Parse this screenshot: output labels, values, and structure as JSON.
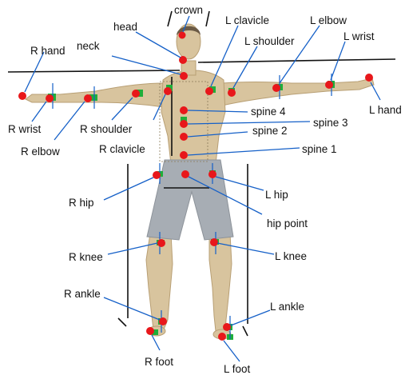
{
  "colors": {
    "joint": "#e8171b",
    "marker": "#1fae3a",
    "leader": "#1560c8",
    "skin": "#d8c49e",
    "skin_shade": "#b89f74",
    "shorts": "#a7adb4",
    "hair": "#6b5a45",
    "dimension_line": "#111111"
  },
  "labels": {
    "crown": "crown",
    "head": "head",
    "neck": "neck",
    "r_hand": "R hand",
    "r_wrist": "R wrist",
    "r_elbow": "R elbow",
    "r_shoulder": "R shoulder",
    "r_clavicle": "R clavicle",
    "l_clavicle": "L clavicle",
    "l_shoulder": "L shoulder",
    "l_elbow": "L elbow",
    "l_wrist": "L wrist",
    "l_hand": "L hand",
    "spine_4": "spine 4",
    "spine_3": "spine 3",
    "spine_2": "spine 2",
    "spine_1": "spine 1",
    "r_hip": "R hip",
    "l_hip": "L hip",
    "hip_point": "hip point",
    "r_knee": "R knee",
    "l_knee": "L knee",
    "r_ankle": "R ankle",
    "l_ankle": "L ankle",
    "r_foot": "R foot",
    "l_foot": "L foot"
  }
}
